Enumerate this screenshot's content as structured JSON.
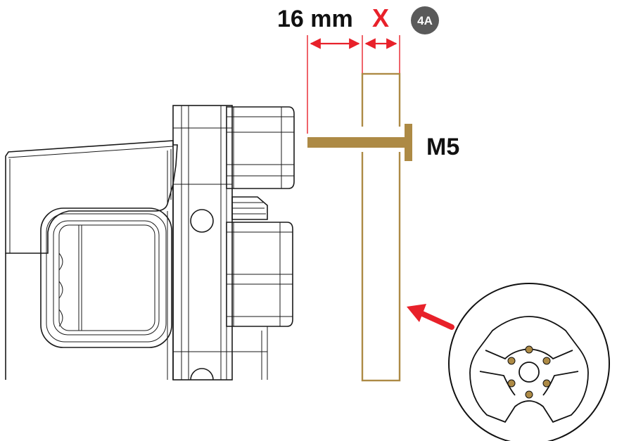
{
  "labels": {
    "width_label": "16 mm",
    "x_marker": "X",
    "step_badge": "4A",
    "bolt_label": "M5"
  },
  "colors": {
    "dimension_red": "#e8212a",
    "wheel_plate_gold": "#ad8a45",
    "bolt_gold": "#ad8a45",
    "badge_gray": "#5a5a5a",
    "line_dark": "#1a1a1a"
  },
  "icons": {
    "base": "wheel-base-side-view",
    "wheel": "steering-wheel-icon",
    "arrow": "red-arrow-icon",
    "bolt": "bolt-icon"
  }
}
